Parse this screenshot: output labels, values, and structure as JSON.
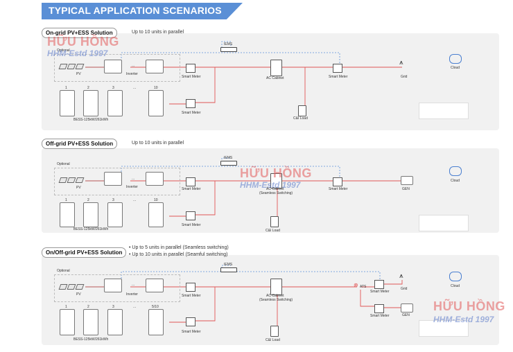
{
  "header": {
    "title": "TYPICAL APPLICATION SCENARIOS",
    "accent_color": "#5a8fd6"
  },
  "colors": {
    "ac_line": "#e05555",
    "dc_line": "#a22222",
    "comm_line": "#5b8ed8",
    "panel_bg": "#f1f1f1"
  },
  "labels": {
    "optional": "Optional",
    "pv": "PV",
    "inverter": "Inverter",
    "smart_meter": "Smart Meter",
    "ems": "IEMS",
    "ac_cabinet": "AC Cabinet",
    "seamless": "(Seamless Switching)",
    "grid": "Grid",
    "gen": "GEN",
    "ci_load": "C&I Load",
    "cloud": "Cloud",
    "ats": "ATS",
    "bess": "BESS-125kW/261kWh",
    "dots": "...",
    "n1": "1",
    "n2": "2",
    "n3": "3",
    "n10": "10",
    "n510": "5/10"
  },
  "scenarios": [
    {
      "title": "On-grid PV+ESS Solution",
      "desc1": "Up to 10 units in parallel"
    },
    {
      "title": "Off-grid PV+ESS Solution",
      "desc1": "Up to 10 units in parallel"
    },
    {
      "title": "On/Off-grid PV+ESS Solution",
      "desc1": "• Up to 5 units in parallel (Seamless switching)",
      "desc2": "• Up to 10 units in parallel (Seamful switching)"
    }
  ],
  "watermark": {
    "brand": "HỮU HỒNG",
    "sub": "HHM-Estd 1997"
  }
}
